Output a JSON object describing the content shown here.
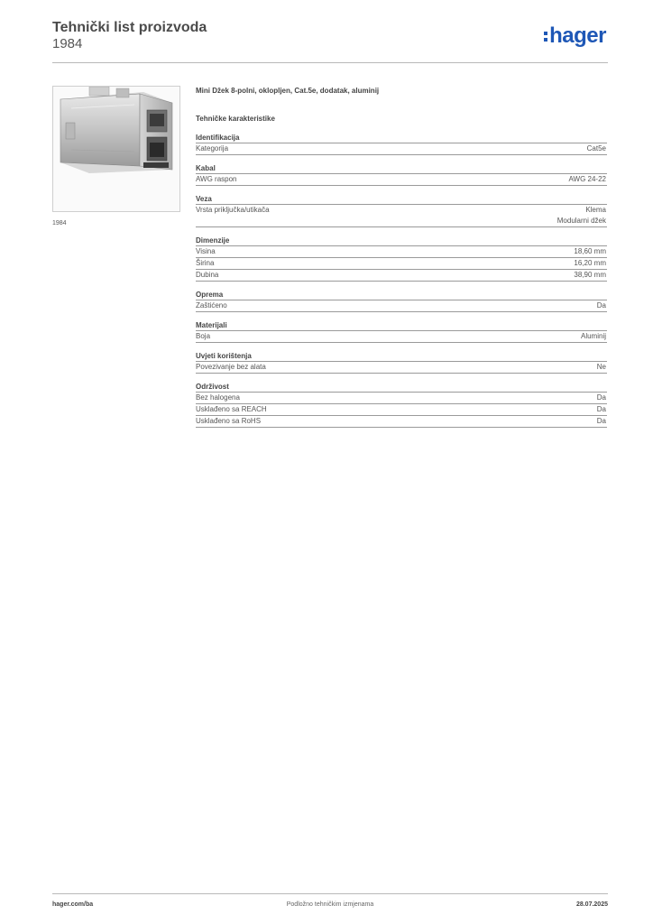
{
  "header": {
    "title": "Tehnički list proizvoda",
    "subtitle": "1984",
    "logo_text": "hager",
    "brand_color": "#1e57b6"
  },
  "product": {
    "image_caption": "1984",
    "name": "Mini Džek 8-polni, oklopljen, Cat.5e, dodatak, aluminij",
    "section_heading": "Tehničke karakteristike"
  },
  "groups": [
    {
      "title": "Identifikacija",
      "rows": [
        {
          "label": "Kategorija",
          "value": [
            "Cat5e"
          ]
        }
      ]
    },
    {
      "title": "Kabal",
      "rows": [
        {
          "label": "AWG raspon",
          "value": [
            "AWG 24-22"
          ]
        }
      ]
    },
    {
      "title": "Veza",
      "rows": [
        {
          "label": "Vrsta priključka/utikača",
          "value": [
            "Klema",
            "Modularni džek"
          ]
        }
      ]
    },
    {
      "title": "Dimenzije",
      "rows": [
        {
          "label": "Visina",
          "value": [
            "18,60 mm"
          ]
        },
        {
          "label": "Širina",
          "value": [
            "16,20 mm"
          ]
        },
        {
          "label": "Dubina",
          "value": [
            "38,90 mm"
          ]
        }
      ]
    },
    {
      "title": "Oprema",
      "rows": [
        {
          "label": "Zaštićeno",
          "value": [
            "Da"
          ]
        }
      ]
    },
    {
      "title": "Materijali",
      "rows": [
        {
          "label": "Boja",
          "value": [
            "Aluminij"
          ]
        }
      ]
    },
    {
      "title": "Uvjeti korištenja",
      "rows": [
        {
          "label": "Povezivanje bez alata",
          "value": [
            "Ne"
          ]
        }
      ]
    },
    {
      "title": "Održivost",
      "rows": [
        {
          "label": "Bez halogena",
          "value": [
            "Da"
          ]
        },
        {
          "label": "Usklađeno sa REACH",
          "value": [
            "Da"
          ]
        },
        {
          "label": "Usklađeno sa RoHS",
          "value": [
            "Da"
          ]
        }
      ]
    }
  ],
  "footer": {
    "website": "hager.com/ba",
    "notice": "Podložno tehničkim izmjenama",
    "date": "28.07.2025"
  }
}
